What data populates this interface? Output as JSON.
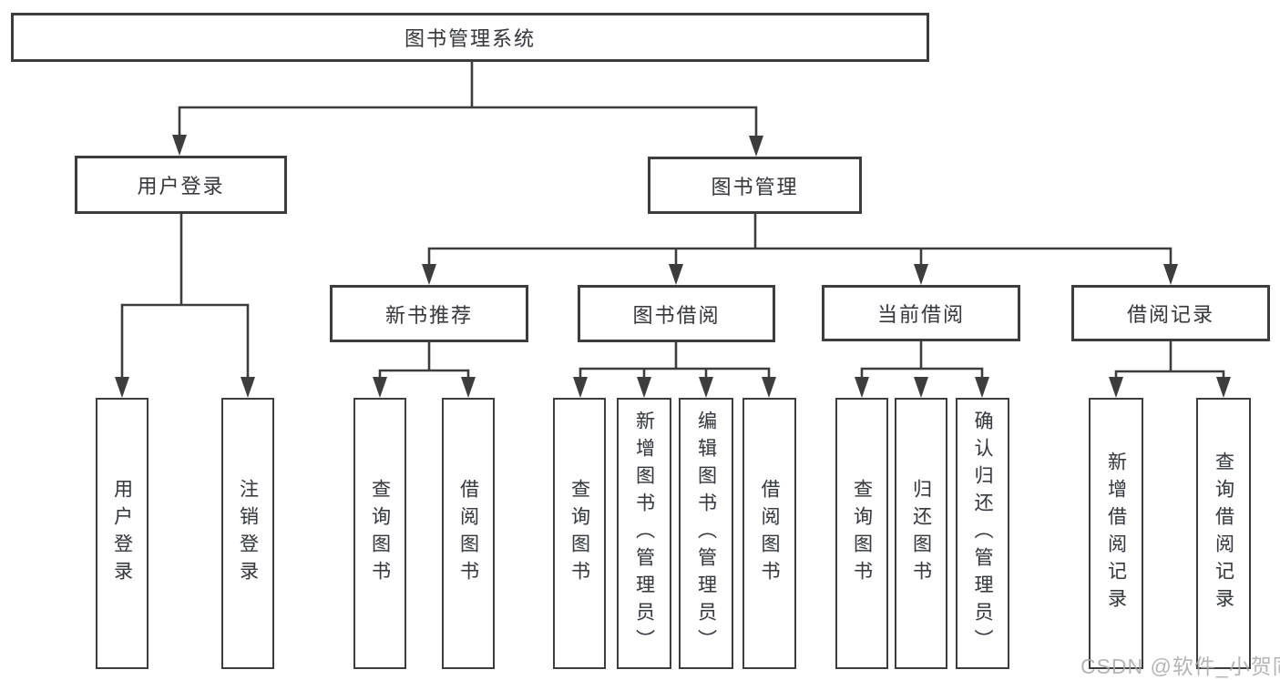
{
  "diagram": {
    "root": {
      "label": "图书管理系统"
    },
    "branches": [
      {
        "label": "用户登录",
        "children": [
          {
            "label": "用户登录"
          },
          {
            "label": "注销登录"
          }
        ]
      },
      {
        "label": "图书管理",
        "children": [
          {
            "label": "新书推荐",
            "children": [
              {
                "label": "查询图书"
              },
              {
                "label": "借阅图书"
              }
            ]
          },
          {
            "label": "图书借阅",
            "children": [
              {
                "label": "查询图书"
              },
              {
                "label": "新增图书（管理员）"
              },
              {
                "label": "编辑图书（管理员）"
              },
              {
                "label": "借阅图书"
              }
            ]
          },
          {
            "label": "当前借阅",
            "children": [
              {
                "label": "查询图书"
              },
              {
                "label": "归还图书"
              },
              {
                "label": "确认归还（管理员）"
              }
            ]
          },
          {
            "label": "借阅记录",
            "children": [
              {
                "label": "新增借阅记录"
              },
              {
                "label": "查询借阅记录"
              }
            ]
          }
        ]
      }
    ]
  },
  "watermark": {
    "text": "CSDN @软件_小贺同学"
  },
  "colors": {
    "line": "#3d3d3d",
    "box_border": "#3d3d3d",
    "text": "#3a3a3a",
    "watermark": "#a8a8a8",
    "background": "#ffffff"
  }
}
